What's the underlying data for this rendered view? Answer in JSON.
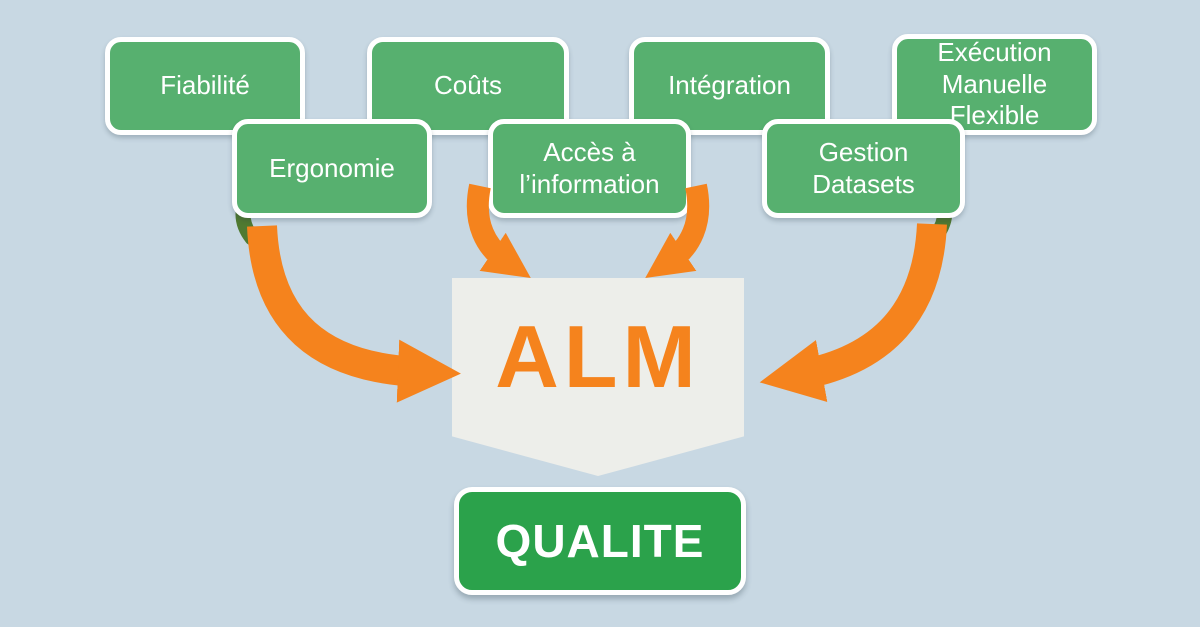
{
  "diagram": {
    "boxes": [
      {
        "label": "Fiabilité"
      },
      {
        "label": "Coûts"
      },
      {
        "label": "Intégration"
      },
      {
        "label": "Exécution Manuelle Flexible"
      },
      {
        "label": "Ergonomie"
      },
      {
        "label": "Accès à l’information"
      },
      {
        "label": "Gestion Datasets"
      }
    ],
    "center_label": "ALM",
    "bottom_label": "QUALITE",
    "colors": {
      "background": "#c8d8e3",
      "box_green": "#57b06f",
      "button_green": "#2ba24b",
      "arrow_orange": "#f5831d",
      "center_panel_gray": "#edeeea",
      "text_white": "#ffffff"
    }
  }
}
